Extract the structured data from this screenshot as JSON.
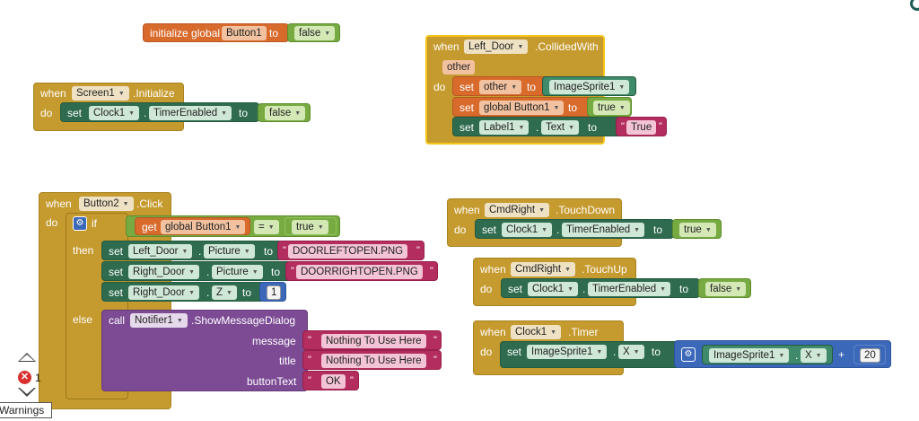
{
  "init_global": {
    "initialize": "initialize global",
    "name": "Button1",
    "to": "to",
    "value": "false"
  },
  "screen1_init": {
    "when": "when",
    "component": "Screen1",
    "event": ".Initialize",
    "do": "do",
    "set": "set",
    "target": "Clock1",
    "dot": ".",
    "property": "TimerEnabled",
    "to": "to",
    "value": "false"
  },
  "leftdoor_collided": {
    "when": "when",
    "component": "Left_Door",
    "event": ".CollidedWith",
    "param": "other",
    "do": "do",
    "stmt1": {
      "set": "set",
      "var": "other",
      "to": "to",
      "value": "ImageSprite1"
    },
    "stmt2": {
      "set": "set",
      "var": "global Button1",
      "to": "to",
      "value": "true"
    },
    "stmt3": {
      "set": "set",
      "target": "Label1",
      "dot": ".",
      "property": "Text",
      "to": "to",
      "value": "True"
    }
  },
  "button2_click": {
    "when": "when",
    "component": "Button2",
    "event": ".Click",
    "do": "do",
    "if": "if",
    "get": "get",
    "var": "global Button1",
    "op": "=",
    "compare": "true",
    "then": "then",
    "else": "else",
    "then_stmts": [
      {
        "set": "set",
        "target": "Left_Door",
        "dot": ".",
        "property": "Picture",
        "to": "to",
        "value": "DOORLEFTOPEN.PNG"
      },
      {
        "set": "set",
        "target": "Right_Door",
        "dot": ".",
        "property": "Picture",
        "to": "to",
        "value": "DOORRIGHTOPEN.PNG"
      },
      {
        "set": "set",
        "target": "Right_Door",
        "dot": ".",
        "property": "Z",
        "to": "to",
        "value": "1"
      }
    ],
    "call": "call",
    "call_target": "Notifier1",
    "method": ".ShowMessageDialog",
    "args": [
      {
        "label": "message",
        "value": "Nothing To Use Here"
      },
      {
        "label": "title",
        "value": "Nothing To Use Here"
      },
      {
        "label": "buttonText",
        "value": "OK"
      }
    ]
  },
  "cmdright_touchdown": {
    "when": "when",
    "component": "CmdRight",
    "event": ".TouchDown",
    "do": "do",
    "set": "set",
    "target": "Clock1",
    "dot": ".",
    "property": "TimerEnabled",
    "to": "to",
    "value": "true"
  },
  "cmdright_touchup": {
    "when": "when",
    "component": "CmdRight",
    "event": ".TouchUp",
    "do": "do",
    "set": "set",
    "target": "Clock1",
    "dot": ".",
    "property": "TimerEnabled",
    "to": "to",
    "value": "false"
  },
  "clock1_timer": {
    "when": "when",
    "component": "Clock1",
    "event": ".Timer",
    "do": "do",
    "set": "set",
    "target": "ImageSprite1",
    "dot": ".",
    "property": "X",
    "to": "to",
    "op_target": "ImageSprite1",
    "op_property": "X",
    "plus": "+",
    "addend": "20"
  },
  "warnings": {
    "label": "Warnings",
    "count": "1"
  },
  "colors": {
    "event": "#c59a2e",
    "setter": "#2e6b4f",
    "variable": "#d86a2c",
    "logic": "#77ab41",
    "text": "#b32d5e",
    "math": "#3b68b8",
    "procedure": "#7c4b94",
    "selected": "#f5c518"
  },
  "icons": [
    "dropdown-arrow-icon",
    "gear-mutator-icon",
    "error-icon",
    "arrow-up-icon",
    "arrow-down-icon"
  ]
}
